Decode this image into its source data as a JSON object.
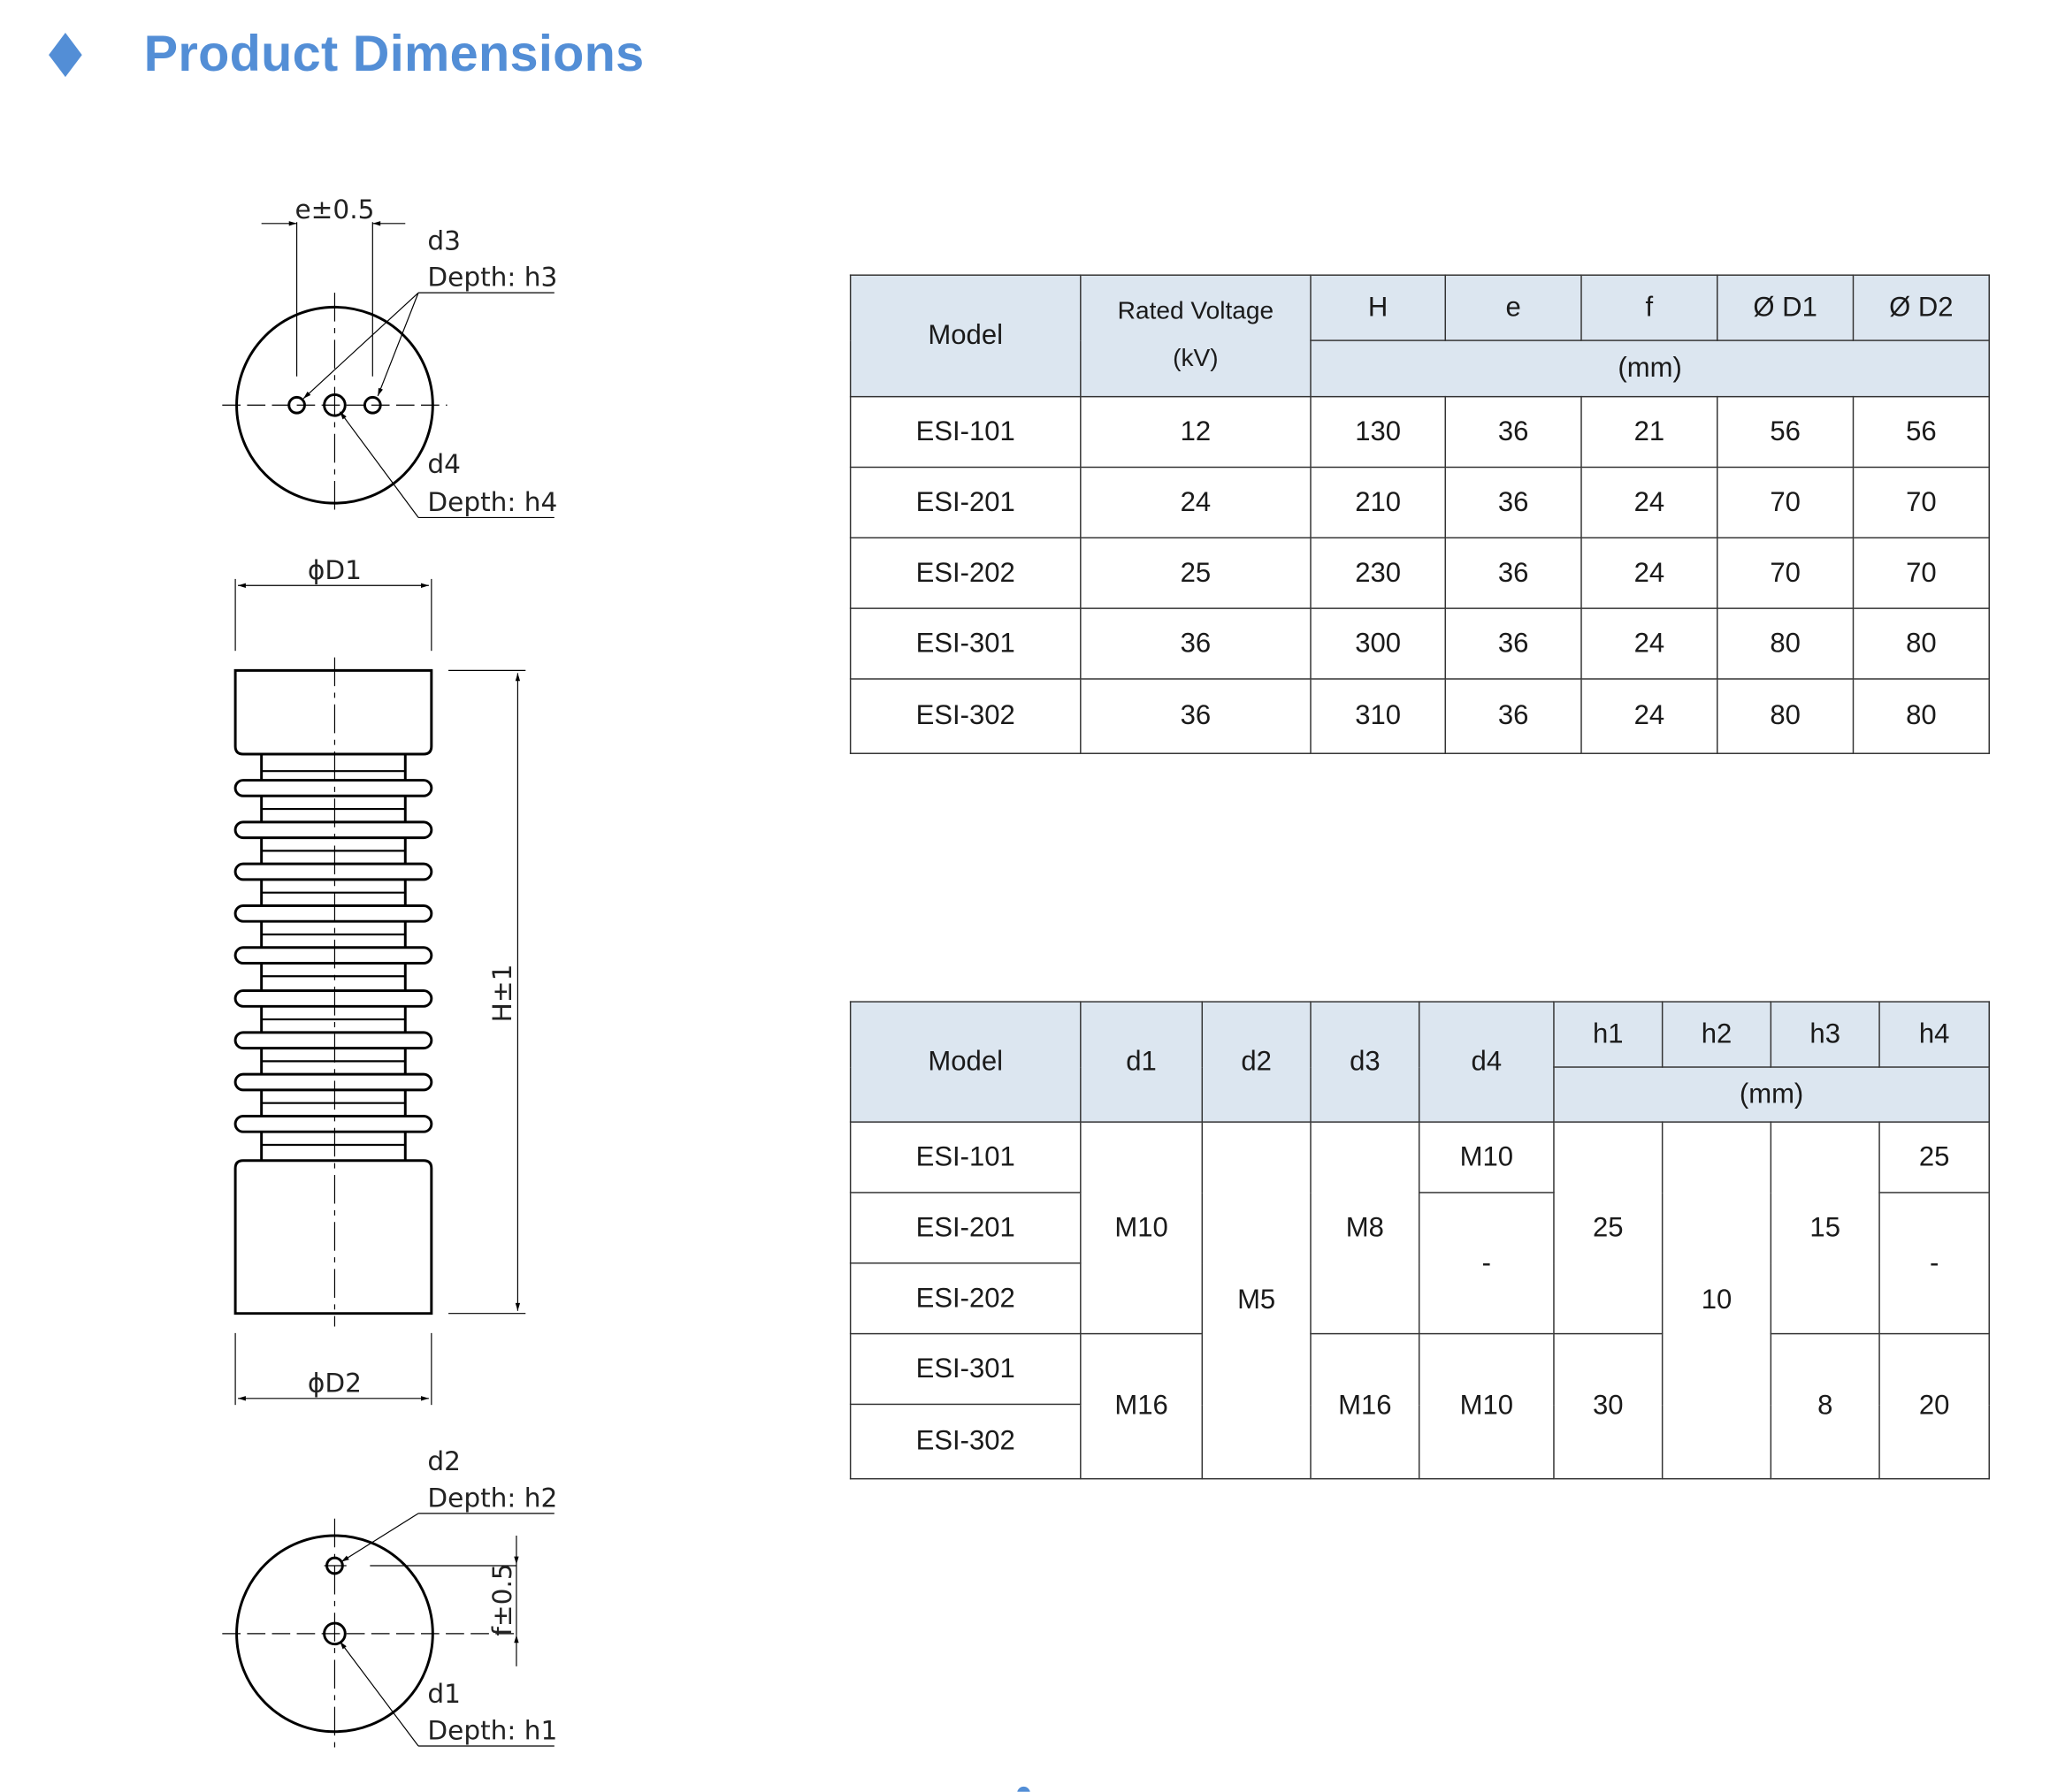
{
  "title": "Product Dimensions",
  "colors": {
    "accent": "#538ed6",
    "header_bg": "#dce6f0"
  },
  "drawing": {
    "top_view": {
      "e_dim": "e±0.5",
      "d3": "d3",
      "depth_h3": "Depth: h3",
      "d4": "d4",
      "depth_h4": "Depth: h4"
    },
    "side_view": {
      "d1_dim": "ϕD1",
      "h_dim": "H±1",
      "d2_dim": "ϕD2"
    },
    "bottom_view": {
      "d2": "d2",
      "depth_h2": "Depth: h2",
      "f_dim": "f±0.5",
      "d1": "d1",
      "depth_h1": "Depth: h1"
    }
  },
  "table1": {
    "headers": {
      "model": "Model",
      "rated_voltage": "Rated Voltage",
      "rated_voltage_unit": "(kV)",
      "cols": [
        "H",
        "e",
        "f",
        "Ø D1",
        "Ø D2"
      ],
      "unit": "(mm)"
    },
    "rows": [
      [
        "ESI-101",
        "12",
        "130",
        "36",
        "21",
        "56",
        "56"
      ],
      [
        "ESI-201",
        "24",
        "210",
        "36",
        "24",
        "70",
        "70"
      ],
      [
        "ESI-202",
        "25",
        "230",
        "36",
        "24",
        "70",
        "70"
      ],
      [
        "ESI-301",
        "36",
        "300",
        "36",
        "24",
        "80",
        "80"
      ],
      [
        "ESI-302",
        "36",
        "310",
        "36",
        "24",
        "80",
        "80"
      ]
    ]
  },
  "table2": {
    "headers": {
      "model": "Model",
      "d": [
        "d1",
        "d2",
        "d3",
        "d4"
      ],
      "h": [
        "h1",
        "h2",
        "h3",
        "h4"
      ],
      "unit": "(mm)"
    },
    "models": [
      "ESI-101",
      "ESI-201",
      "ESI-202",
      "ESI-301",
      "ESI-302"
    ],
    "d1": [
      "M10",
      "M16"
    ],
    "d2": [
      "M5"
    ],
    "d3": [
      "M8",
      "M16"
    ],
    "d4": [
      "M10",
      "-",
      "M10"
    ],
    "h1": [
      "25",
      "30"
    ],
    "h2": [
      "10"
    ],
    "h3": [
      "15",
      "8"
    ],
    "h4": [
      "25",
      "-",
      "20"
    ]
  }
}
